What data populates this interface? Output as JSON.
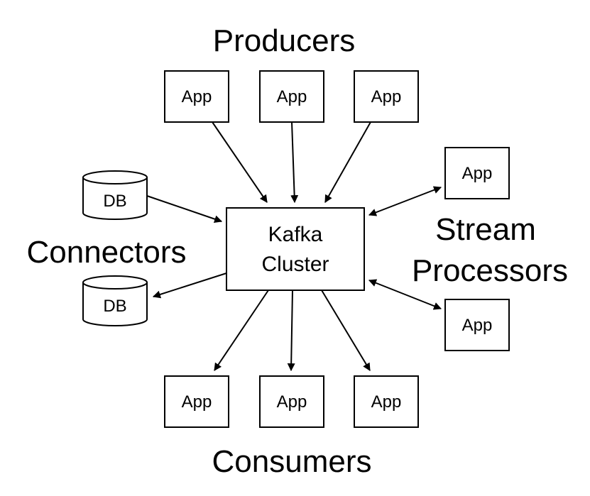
{
  "groups": {
    "producers": "Producers",
    "consumers": "Consumers",
    "connectors": "Connectors",
    "stream_line1": "Stream",
    "stream_line2": "Processors"
  },
  "cluster": {
    "line1": "Kafka",
    "line2": "Cluster"
  },
  "nodes": {
    "producer_1": "App",
    "producer_2": "App",
    "producer_3": "App",
    "consumer_1": "App",
    "consumer_2": "App",
    "consumer_3": "App",
    "stream_1": "App",
    "stream_2": "App",
    "db_1": "DB",
    "db_2": "DB"
  },
  "colors": {
    "stroke": "#000000",
    "background": "#ffffff"
  }
}
